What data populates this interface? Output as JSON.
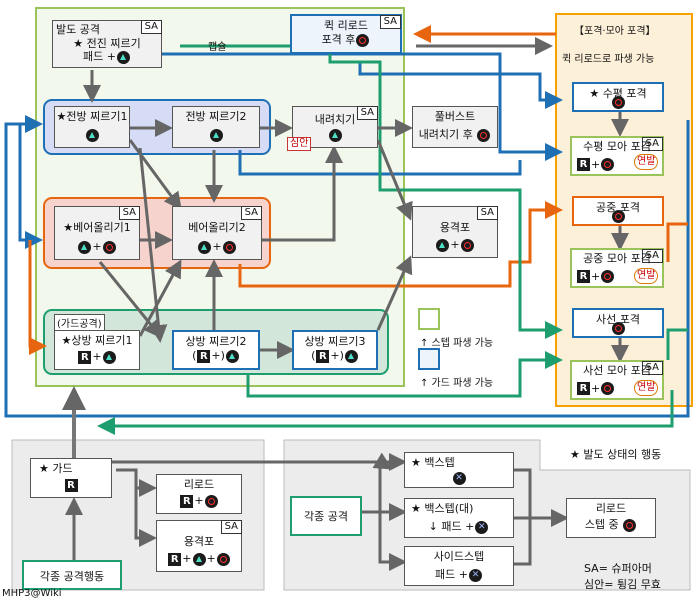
{
  "labels": {
    "capsule": "캡슐",
    "step_derive": "↑ 스텝 파생 가능",
    "guard_derive": "↑ 가드 파생 가능",
    "star_note": "★ 발도 상태의 행동",
    "sa_note": "SA= 슈퍼아머",
    "simahn_note": "심안= 튕김 무효",
    "credit": "MHP3@Wiki",
    "simahn": "심안",
    "guard_attack": "(가드공격)",
    "sa": "SA"
  },
  "nodes": {
    "draw_attack": {
      "group": "발도 공격",
      "name": "전진 찌르기",
      "input": "패드 +"
    },
    "quick_reload": {
      "name": "퀵 리로드",
      "input": "포격 후"
    },
    "forward1": {
      "name": "전방 찌르기1"
    },
    "forward2": {
      "name": "전방 찌르기2"
    },
    "slam": {
      "name": "내려치기"
    },
    "fullburst": {
      "name": "풀버스트",
      "input": "내려치기 후"
    },
    "upswing1": {
      "name": "베어올리기1",
      "input": "+"
    },
    "upswing2": {
      "name": "베어올리기2",
      "input": "+"
    },
    "wyvern": {
      "name": "용격포",
      "input": "+"
    },
    "upward1": {
      "name": "상방 찌르기1",
      "input": "+"
    },
    "upward2": {
      "name": "상방 찌르기2",
      "input_pre": "(",
      "input_post": "+)"
    },
    "upward3": {
      "name": "상방 찌르기3",
      "input_pre": "(",
      "input_post": "+)"
    },
    "panel_title": "【포격·모아 포격】",
    "panel_sub": "퀵 리로드로 파생 가능",
    "h_shell": {
      "name": "수평 포격"
    },
    "h_charge": {
      "name": "수평 모아 포격",
      "input": "+",
      "rapid": "연발"
    },
    "a_shell": {
      "name": "공중 포격"
    },
    "a_charge": {
      "name": "공중 모아 포격",
      "input": "+",
      "rapid": "연발"
    },
    "d_shell": {
      "name": "사선 포격"
    },
    "d_charge": {
      "name": "사선 모아 포격",
      "input": "+",
      "rapid": "연발"
    },
    "guard": {
      "name": "가드"
    },
    "all_attack_left": {
      "name": "각종 공격행동"
    },
    "reload": {
      "name": "리로드",
      "input": "+"
    },
    "wyvern_guard": {
      "name": "용격포",
      "input": "+"
    },
    "all_attack_right": {
      "name": "각종 공격"
    },
    "backstep": {
      "name": "백스텝"
    },
    "backstep_big": {
      "name": "백스텝(대)",
      "input": "↓ 패드 +"
    },
    "sidestep": {
      "name": "사이드스텝",
      "input": "패드 +"
    },
    "reload_step": {
      "name": "리로드",
      "input": "스텝 중"
    }
  },
  "colors": {
    "blue": "#1f6fb5",
    "orange": "#e8650f",
    "green": "#1e9e6e",
    "grey": "#666666",
    "panel_orange": "#f6a000"
  }
}
